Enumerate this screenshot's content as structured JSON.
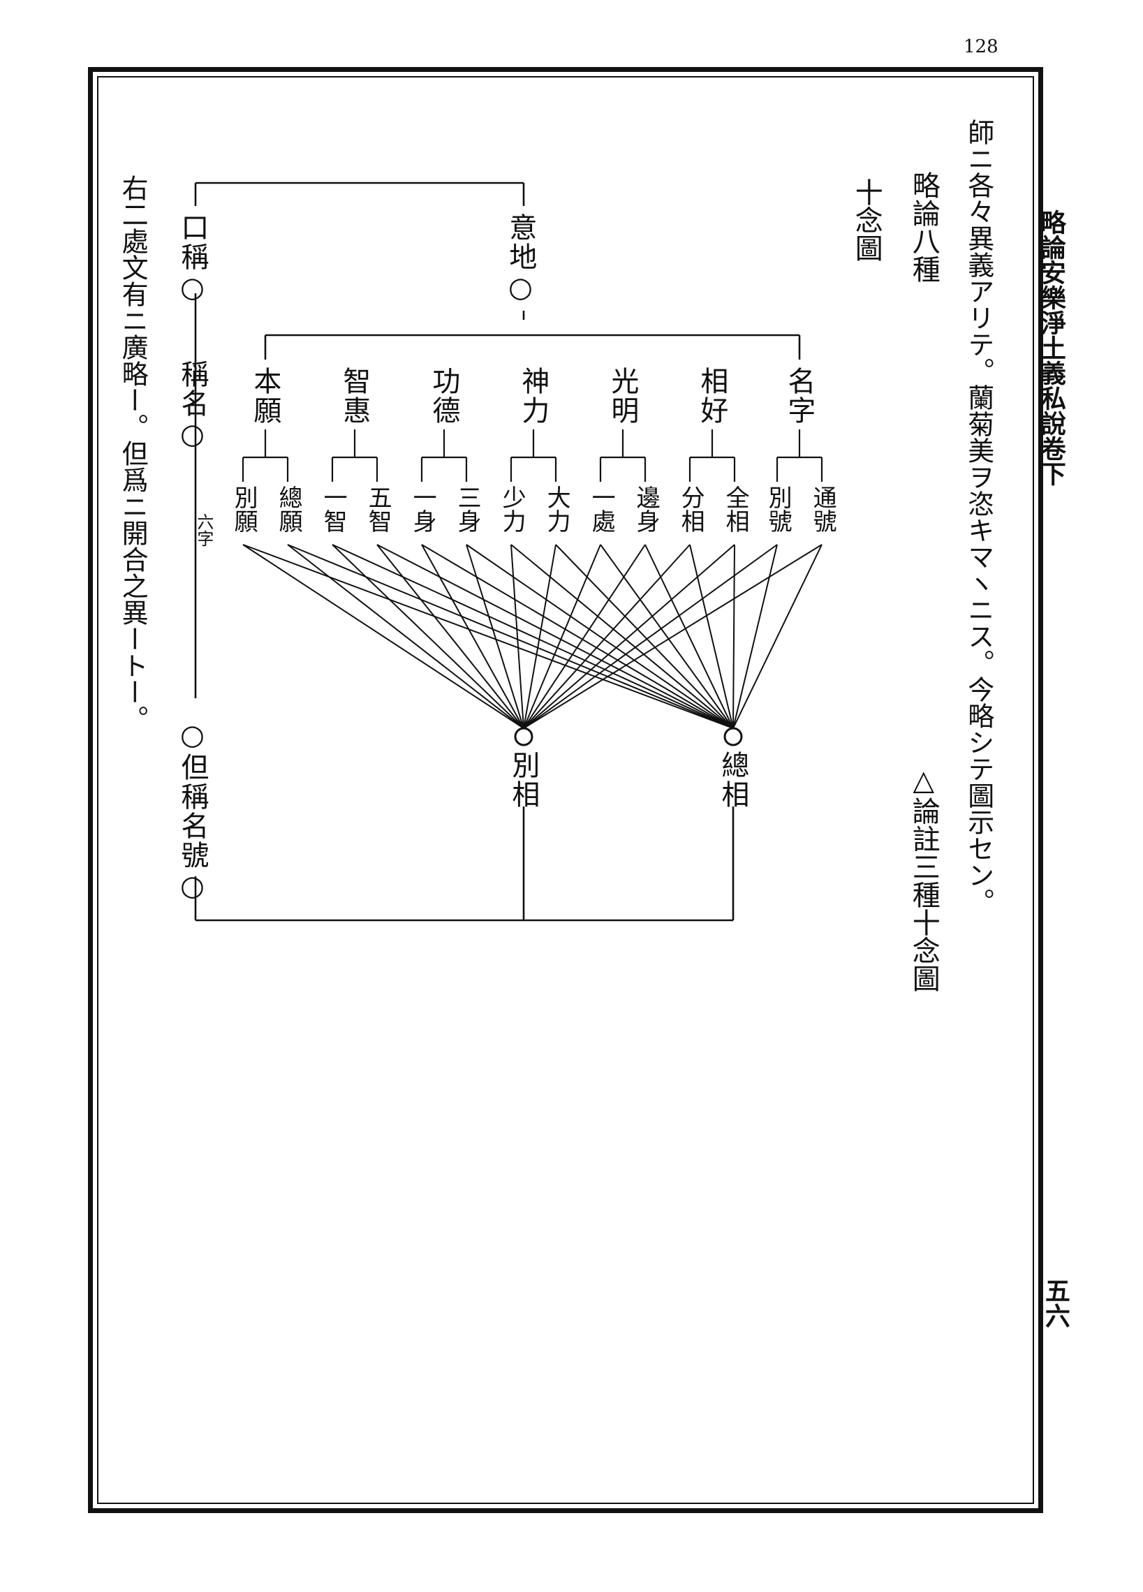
{
  "page_number": "128",
  "running_header": "略論安樂淨土義私說卷下",
  "folio": "五六",
  "text": {
    "line1": "師ニ各々異義アリテ。蘭菊美ヲ恣キマヽニス。今略シテ圖示セン。",
    "line2_title": "略論八種",
    "line2_sub": "△論註三種十念圖",
    "line3": "十念圖",
    "line4": "右二處文有ニ廣略ー。但爲ニ開合之異ートー。"
  },
  "diagram": {
    "root_left": "口稱○",
    "root_right": "意地○",
    "mid_left": "稱名○",
    "mid_note": "六字",
    "bottom_left": "○但稱名號○",
    "categories": [
      "本願",
      "智惠",
      "功德",
      "神力",
      "光明",
      "相好",
      "名字"
    ],
    "leaves": [
      "別願",
      "總願",
      "一智",
      "五智",
      "一身",
      "三身",
      "少力",
      "大力",
      "一處",
      "邊身",
      "分相",
      "全相",
      "別號",
      "通號"
    ],
    "targets": [
      "別相",
      "總相"
    ]
  }
}
